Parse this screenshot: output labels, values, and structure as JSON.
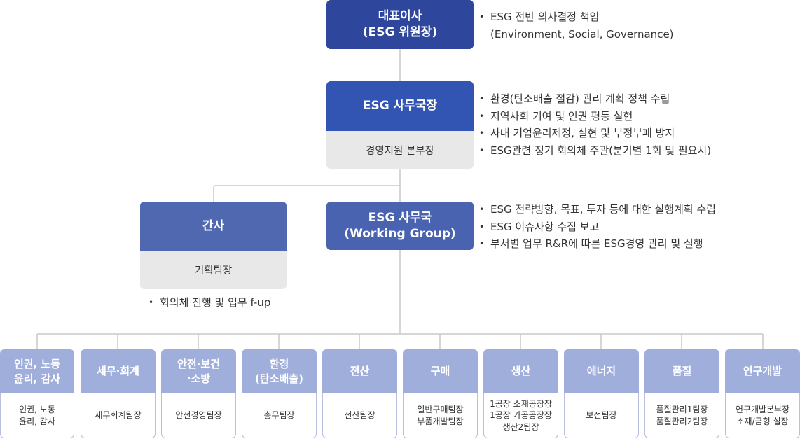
{
  "ceo": {
    "title": "대표이사\n(ESG 위원장)"
  },
  "ceo_notes": [
    "ESG 전반 의사결정 책임"
  ],
  "ceo_notes_cont": "(Environment, Social, Governance)",
  "director": {
    "title": "ESG 사무국장",
    "sub": "경영지원 본부장"
  },
  "director_notes": [
    "환경(탄소배출 절감) 관리 계획 정책 수립",
    "지역사회 기여 및 인권 평등 실현",
    "사내 기업윤리제정, 실현 및 부정부패 방지",
    "ESG관련 정기 회의체 주관(분기별 1회 및 필요시)"
  ],
  "secretary": {
    "title": "간사",
    "sub": "기획팀장"
  },
  "secretary_notes": [
    "회의체 진행 및 업무 f-up"
  ],
  "office": {
    "title": "ESG 사무국\n(Working Group)"
  },
  "office_notes": [
    "ESG 전략방향, 목표, 투자 등에 대한 실행계획 수립",
    "ESG 이슈사항 수집 보고",
    "부서별 업무 R&R에 따른 ESG경영 관리 및 실행"
  ],
  "bullet": "•",
  "departments": [
    {
      "name": "인권, 노동\n윤리, 감사",
      "members": "인권, 노동\n윤리, 감사"
    },
    {
      "name": "세무·회계",
      "members": "세무회계팀장"
    },
    {
      "name": "안전·보건\n·소방",
      "members": "안전경영팀장"
    },
    {
      "name": "환경\n(탄소배출)",
      "members": "총무팀장"
    },
    {
      "name": "전산",
      "members": "전산팀장"
    },
    {
      "name": "구매",
      "members": "일반구매팀장\n부품개발팀장"
    },
    {
      "name": "생산",
      "members": "1공장 소재공장장\n1공장 가공공장장\n생산2팀장"
    },
    {
      "name": "에너지",
      "members": "보전팀장"
    },
    {
      "name": "품질",
      "members": "품질관리1팀장\n품질관리2팀장"
    },
    {
      "name": "연구개발",
      "members": "연구개발본부장\n소재/금형 실장"
    }
  ],
  "colors": {
    "navy": "#2e479c",
    "blue": "#3254b3",
    "dept": "#a0aedb",
    "grey": "#e8e8e8"
  }
}
